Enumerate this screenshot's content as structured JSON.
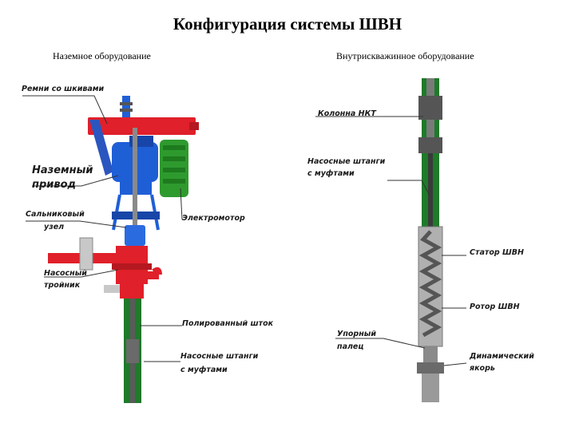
{
  "title": "Конфигурация системы ШВН",
  "sections": {
    "surface": "Наземное оборудование",
    "downhole": "Внутрискважинное оборудование"
  },
  "labels": {
    "belts": "Ремни со шкивами",
    "drive_line1": "Наземный",
    "drive_line2": "привод",
    "stuffing_line1": "Сальниковый",
    "stuffing_line2": "узел",
    "tee_line1": "Насосный",
    "tee_line2": "тройник",
    "motor": "Электромотор",
    "polished_rod": "Полированный шток",
    "rods_left_line1": "Насосные штанги",
    "rods_left_line2": "с муфтами",
    "tubing": "Колонна НКТ",
    "rods_right_line1": "Насосные штанги",
    "rods_right_line2": "с муфтами",
    "stator": "Статор ШВН",
    "rotor": "Ротор ШВН",
    "stop_line1": "Упорный",
    "stop_line2": "палец",
    "anchor_line1": "Динамический",
    "anchor_line2": "якорь"
  },
  "colors": {
    "frame_red": "#e0202a",
    "drive_blue": "#1f5fd6",
    "motor_green": "#2e9a2e",
    "pipe_green": "#1f7a2a",
    "steel_gray": "#9a9a9a"
  }
}
